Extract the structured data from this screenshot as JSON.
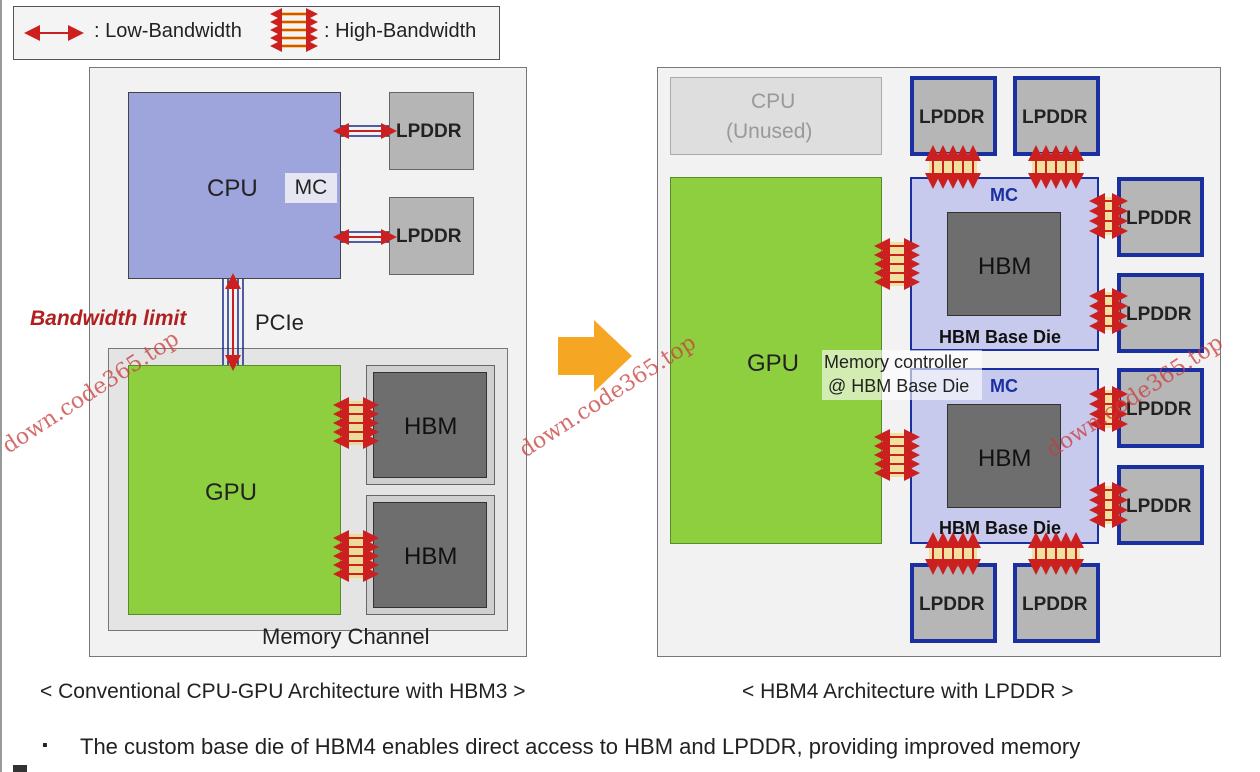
{
  "legend": {
    "low_label": ": Low-Bandwidth",
    "high_label": ": High-Bandwidth"
  },
  "conventional": {
    "cpu_label": "CPU",
    "mc_label": "MC",
    "lpddr_labels": [
      "LPDDR",
      "LPDDR"
    ],
    "bandwidth_limit_label": "Bandwidth limit",
    "pcie_label": "PCIe",
    "gpu_label": "GPU",
    "hbm_labels": [
      "HBM",
      "HBM"
    ],
    "memory_channel_label": "Memory Channel",
    "caption": "< Conventional CPU-GPU Architecture with HBM3 >"
  },
  "hbm4": {
    "cpu_line1": "CPU",
    "cpu_line2": "(Unused)",
    "gpu_label": "GPU",
    "mc_label": "MC",
    "hbm_label": "HBM",
    "base_die_label": "HBM Base Die",
    "mc_note_line1": "Memory controller",
    "mc_note_line2": "@ HBM Base Die",
    "lpddr_label": "LPDDR",
    "caption": "< HBM4 Architecture with LPDDR >"
  },
  "bullet": {
    "marker": "▪",
    "text": "The custom base die of HBM4 enables direct access to HBM and LPDDR, providing improved memory"
  },
  "watermark": "down.code365.top",
  "colors": {
    "arrow_red": "#cc2020",
    "hb_lane": "#f2d45a",
    "lb_lane": "#1a2a8a",
    "arrow_orange": "#f5a623",
    "new_border": "#1a2fa0"
  }
}
